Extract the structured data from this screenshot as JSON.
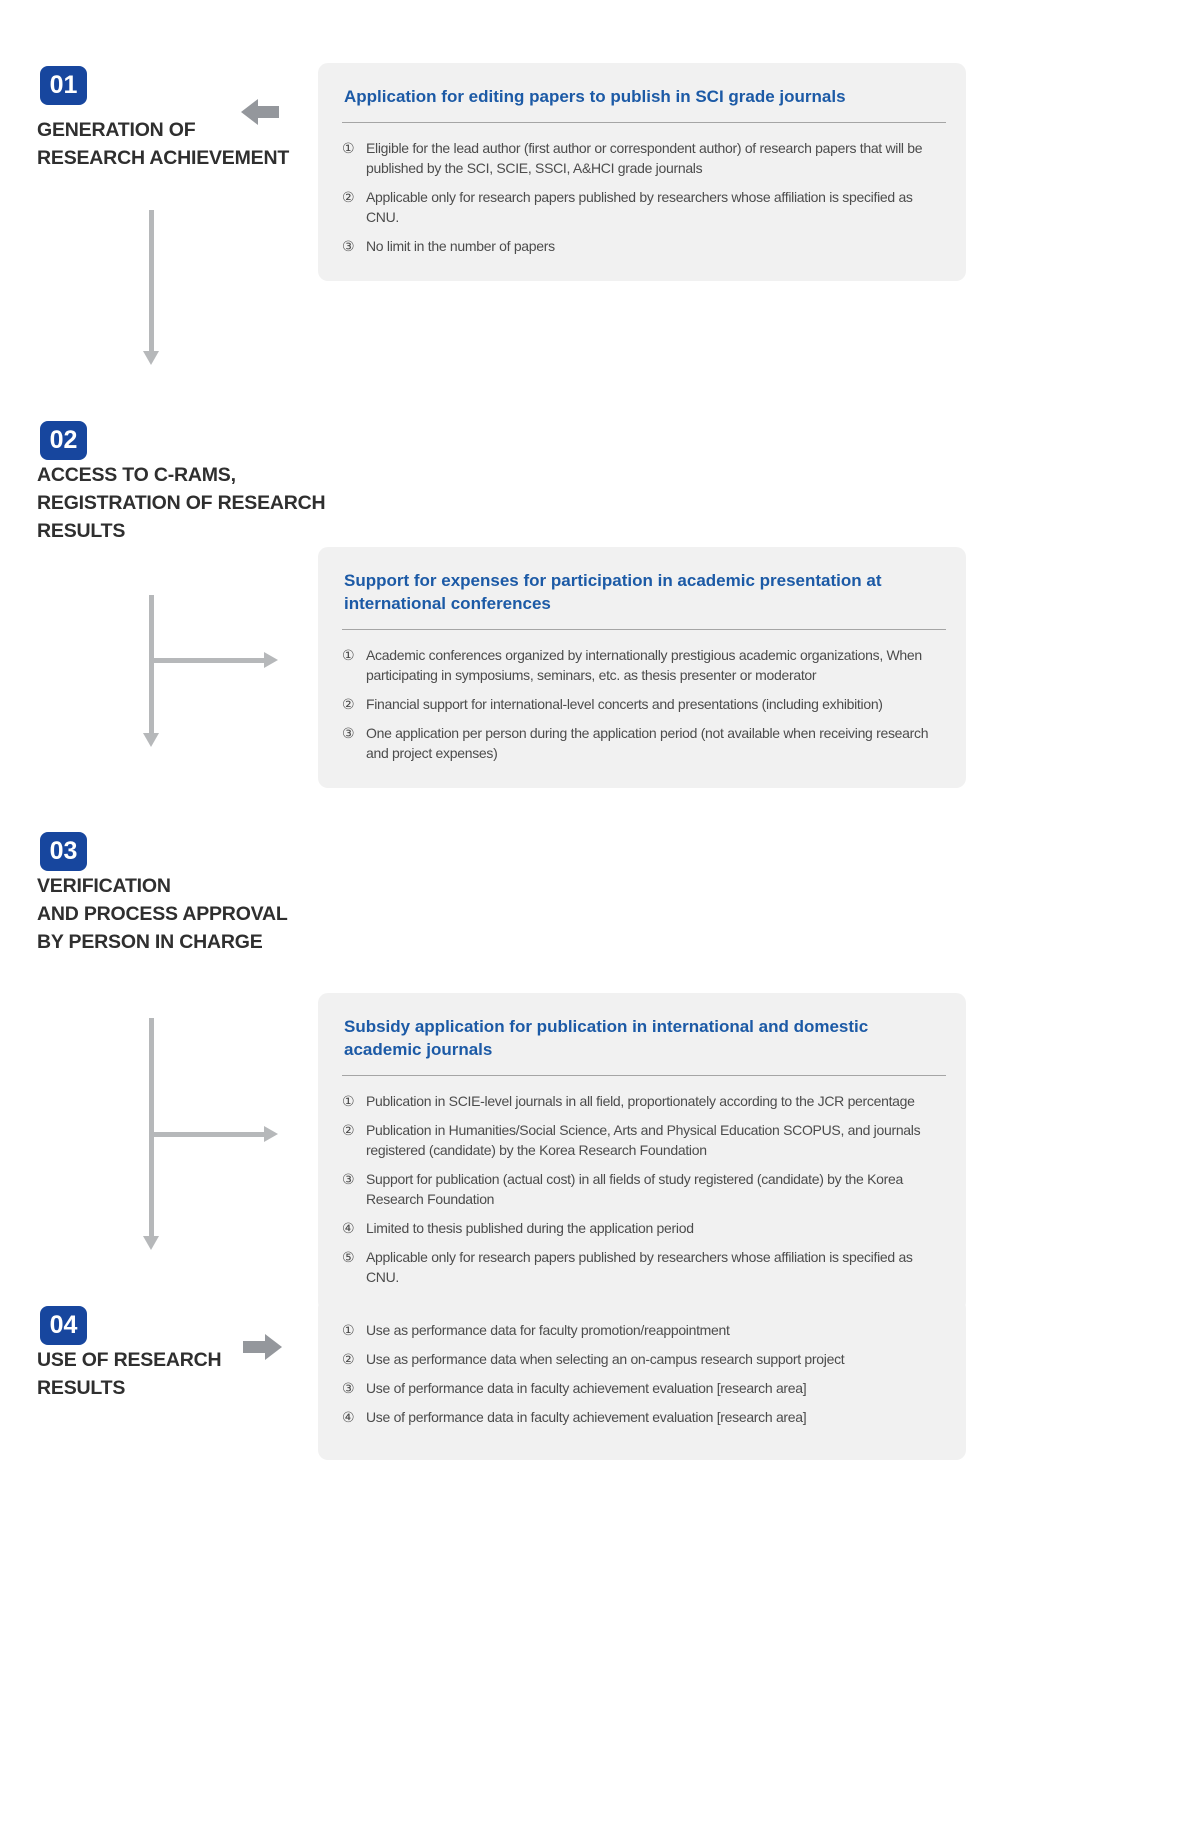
{
  "colors": {
    "badge_bg": "#17469e",
    "card_bg": "#f1f1f1",
    "card_title": "#1c5aa6",
    "step_title": "#2f2f2f",
    "item_text": "#4c4c4c",
    "fat_arrow": "#94979c",
    "connector": "#b6b8ba"
  },
  "steps": [
    {
      "number": "01",
      "title": "GENERATION OF\nRESEARCH ACHIEVEMENT"
    },
    {
      "number": "02",
      "title": "ACCESS TO C-RAMS,\nREGISTRATION OF RESEARCH\nRESULTS"
    },
    {
      "number": "03",
      "title": "VERIFICATION\nAND PROCESS APPROVAL\nBY PERSON IN CHARGE"
    },
    {
      "number": "04",
      "title": "USE OF RESEARCH\nRESULTS"
    }
  ],
  "cards": [
    {
      "title": "Application for editing papers to publish in SCI grade journals",
      "items": [
        {
          "marker": "①",
          "text": "Eligible for the lead author (first author or correspondent author) of research papers that will be published by the SCI, SCIE, SSCI, A&HCI grade journals"
        },
        {
          "marker": "②",
          "text": "Applicable only for research papers published by researchers whose affiliation is specified as CNU."
        },
        {
          "marker": "③",
          "text": "No limit in the number of papers"
        }
      ]
    },
    {
      "title": "Support for expenses for participation in academic presentation at international conferences",
      "items": [
        {
          "marker": "①",
          "text": "Academic conferences organized by internationally prestigious academic organizations, When participating in symposiums, seminars, etc. as thesis presenter or moderator"
        },
        {
          "marker": "②",
          "text": "Financial support for international-level concerts and presentations (including exhibition)"
        },
        {
          "marker": "③",
          "text": "One application per person during the application period (not available when receiving research and project expenses)"
        }
      ]
    },
    {
      "title": "Subsidy application for publication in international and domestic academic journals",
      "items": [
        {
          "marker": "①",
          "text": "Publication in SCIE-level journals in all field, proportionately according to the JCR percentage"
        },
        {
          "marker": "②",
          "text": "Publication in Humanities/Social Science, Arts and Physical Education SCOPUS, and journals registered (candidate) by the Korea Research Foundation"
        },
        {
          "marker": "③",
          "text": "Support for publication (actual cost) in all fields of study registered (candidate) by the Korea Research Foundation"
        },
        {
          "marker": "④",
          "text": "Limited to thesis published during the application period"
        },
        {
          "marker": "⑤",
          "text": "Applicable only for research papers published by researchers whose affiliation is specified as CNU."
        }
      ]
    },
    {
      "title": "",
      "items": [
        {
          "marker": "①",
          "text": "Use as performance data for faculty promotion/reappointment"
        },
        {
          "marker": "②",
          "text": "Use as performance data when selecting an on-campus research support project"
        },
        {
          "marker": "③",
          "text": "Use of performance data in faculty achievement evaluation [research area]"
        },
        {
          "marker": "④",
          "text": "Use of performance data in faculty achievement evaluation [research area]"
        }
      ]
    }
  ]
}
